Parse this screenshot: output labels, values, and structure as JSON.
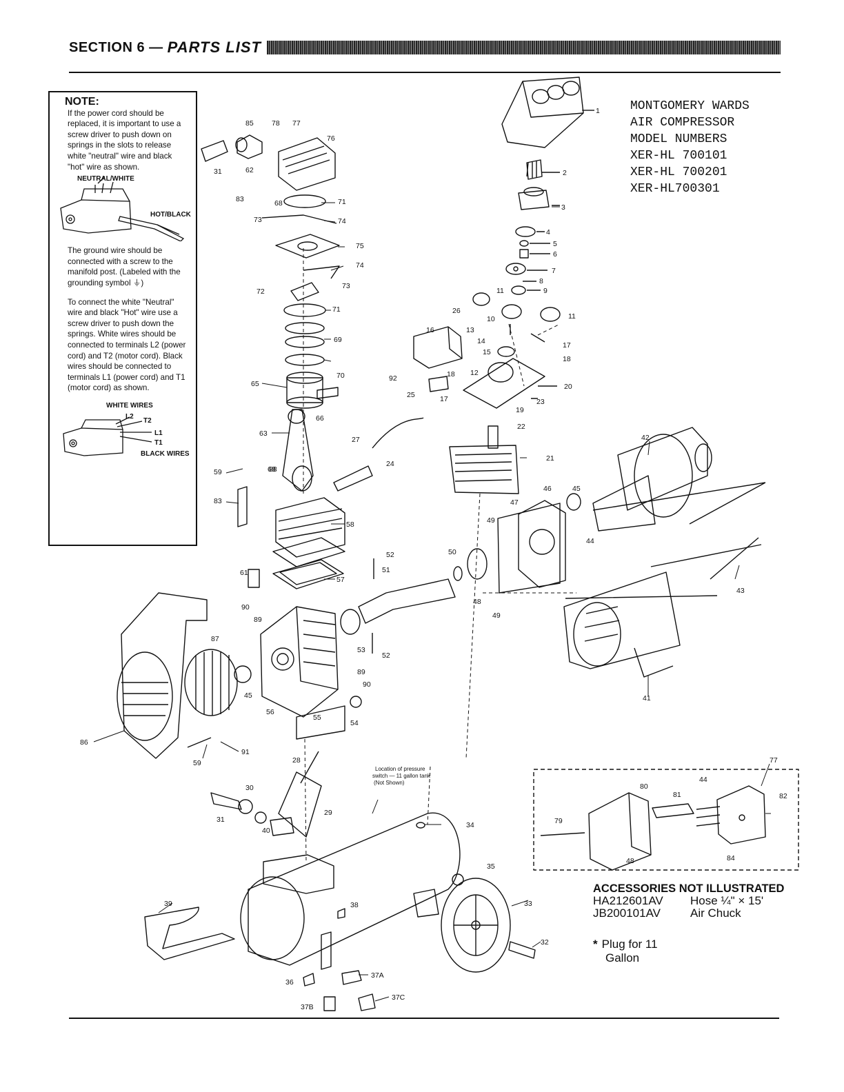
{
  "header": {
    "section_label": "SECTION 6 —",
    "section_title": "PARTS LIST"
  },
  "note": {
    "title": "NOTE:",
    "para1": "If the power cord should be replaced, it is important to use a screw driver to push down on springs in the slots to release white \"neutral\" wire and black \"hot\" wire as shown.",
    "label_neutral": "NEUTRAL/WHITE",
    "label_hot": "HOT/BLACK",
    "para2": "The ground wire should be connected with a screw to the manifold post. (Labeled with the grounding symbol ⏚)",
    "para3": "To connect the white \"Neutral\" wire and black \"Hot\" wire use a screw driver to push down the springs. White wires should be connected to terminals L2 (power cord) and T2 (motor cord). Black wires should be connected to terminals L1 (power cord) and T1 (motor cord) as shown.",
    "label_white_wires": "WHITE WIRES",
    "label_l2": "L2",
    "label_t2": "T2",
    "label_l1": "L1",
    "label_t1": "T1",
    "label_black_wires": "BLACK WIRES"
  },
  "models": {
    "line1": "MONTGOMERY WARDS",
    "line2": "AIR COMPRESSOR",
    "line3": "MODEL NUMBERS",
    "line4": "XER-HL 700101",
    "line5": "XER-HL 700201",
    "line6": "XER-HL700301"
  },
  "callouts": {
    "location_note_1": "Location of pressure",
    "location_note_2": "switch — 11 gallon tank",
    "location_note_3": "(Not Shown)",
    "part_numbers": [
      "1",
      "2",
      "3",
      "4",
      "5",
      "6",
      "7",
      "8",
      "9",
      "10",
      "11",
      "11",
      "12",
      "13",
      "14",
      "15",
      "16",
      "17",
      "17",
      "18",
      "18",
      "19",
      "20",
      "21",
      "22",
      "23",
      "24",
      "25",
      "26",
      "27",
      "28",
      "29",
      "30",
      "31",
      "31",
      "32",
      "33",
      "34",
      "35",
      "36",
      "37A",
      "37B",
      "37C",
      "38",
      "39",
      "40",
      "41",
      "42",
      "43",
      "44",
      "44",
      "45",
      "45",
      "46",
      "47",
      "48",
      "48",
      "49",
      "49",
      "50",
      "51",
      "52",
      "52",
      "53",
      "54",
      "55",
      "56",
      "57",
      "58",
      "59",
      "59",
      "61",
      "62",
      "63",
      "65",
      "66",
      "68",
      "68",
      "69",
      "70",
      "71",
      "71",
      "72",
      "73",
      "73",
      "74",
      "74",
      "75",
      "76",
      "77",
      "77",
      "78",
      "79",
      "80",
      "81",
      "82",
      "83",
      "83",
      "84",
      "85",
      "86",
      "87",
      "88",
      "89",
      "89",
      "90",
      "90",
      "91",
      "92"
    ]
  },
  "accessories": {
    "title": "ACCESSORIES NOT ILLUSTRATED",
    "items": [
      {
        "part": "HA212601AV",
        "desc": "Hose ¼\" × 15'"
      },
      {
        "part": "JB200101AV",
        "desc": "Air Chuck"
      }
    ]
  },
  "plug_note": {
    "star": "*",
    "line1": "Plug for 11",
    "line2": "Gallon"
  }
}
